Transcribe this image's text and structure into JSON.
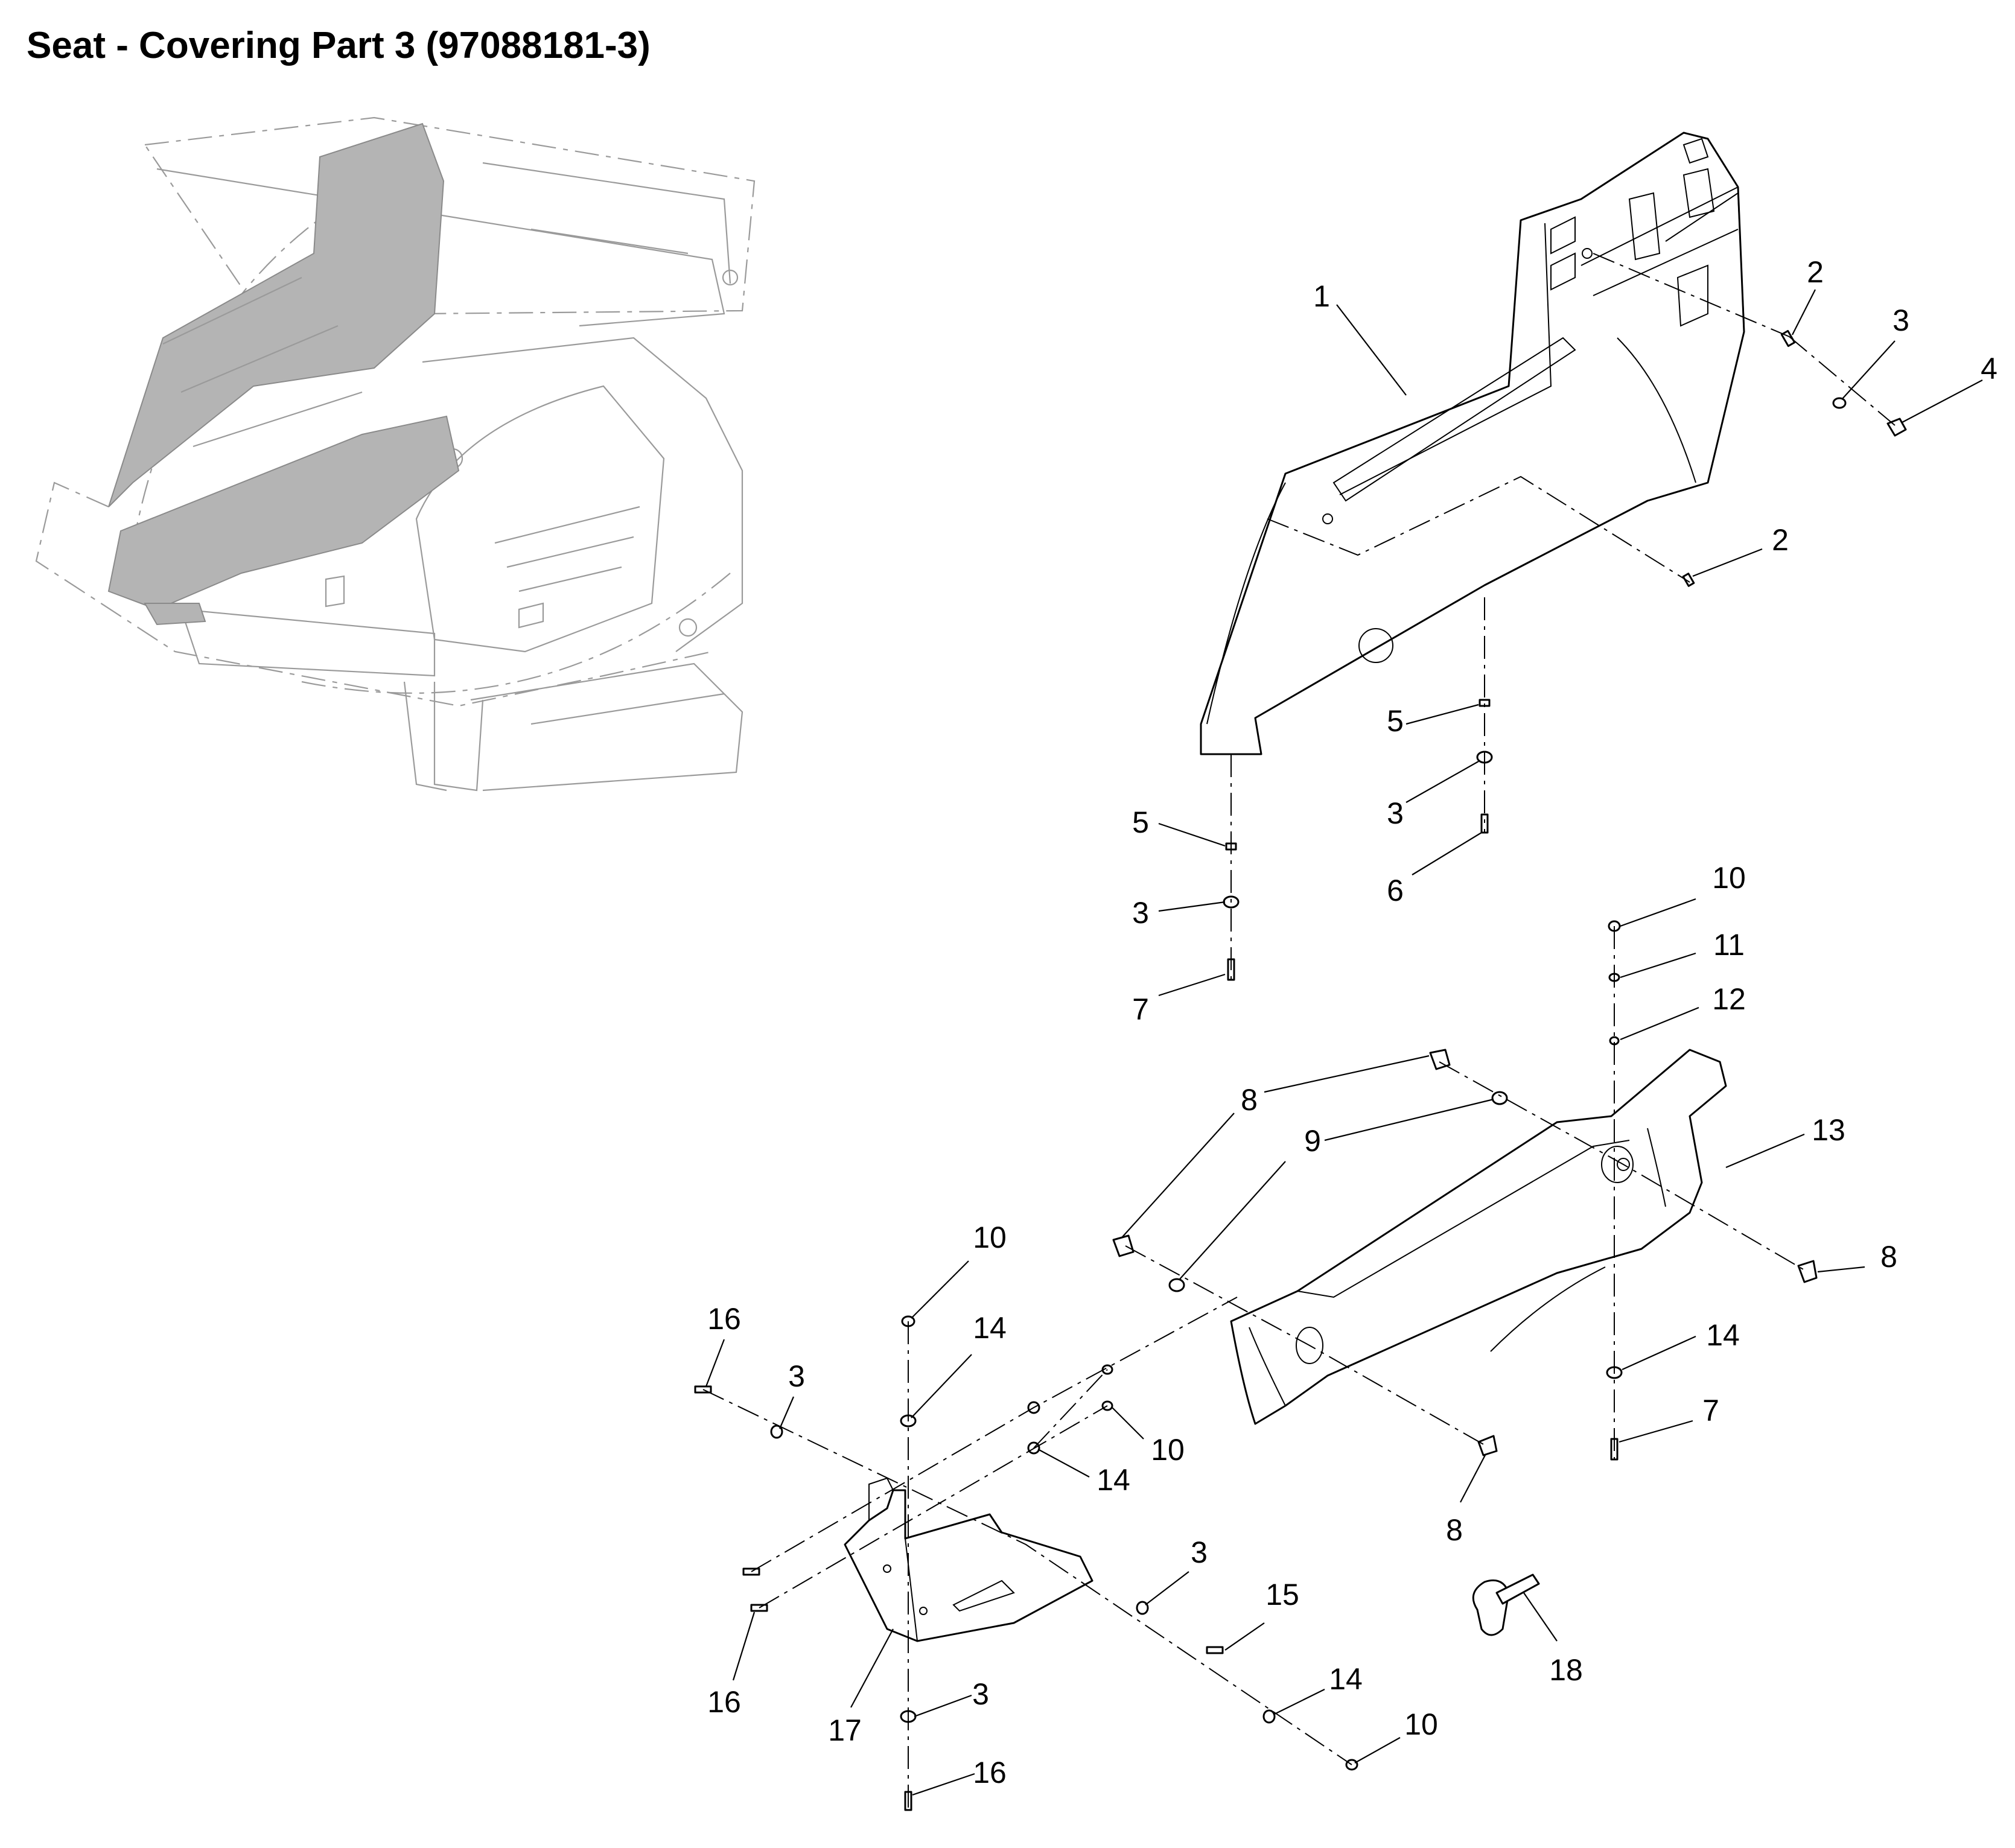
{
  "title": "Seat - Covering Part 3 (97088181-3)",
  "callouts": [
    {
      "id": "c1",
      "text": "1"
    },
    {
      "id": "c2a",
      "text": "2"
    },
    {
      "id": "c3a",
      "text": "3"
    },
    {
      "id": "c4",
      "text": "4"
    },
    {
      "id": "c2b",
      "text": "2"
    },
    {
      "id": "c5a",
      "text": "5"
    },
    {
      "id": "c3b",
      "text": "3"
    },
    {
      "id": "c6",
      "text": "6"
    },
    {
      "id": "c5b",
      "text": "5"
    },
    {
      "id": "c3c",
      "text": "3"
    },
    {
      "id": "c7a",
      "text": "7"
    },
    {
      "id": "c10a",
      "text": "10"
    },
    {
      "id": "c11",
      "text": "11"
    },
    {
      "id": "c12",
      "text": "12"
    },
    {
      "id": "c8a",
      "text": "8"
    },
    {
      "id": "c9",
      "text": "9"
    },
    {
      "id": "c13",
      "text": "13"
    },
    {
      "id": "c8b",
      "text": "8"
    },
    {
      "id": "c14a",
      "text": "14"
    },
    {
      "id": "c7b",
      "text": "7"
    },
    {
      "id": "c8c",
      "text": "8"
    },
    {
      "id": "c10b",
      "text": "10"
    },
    {
      "id": "c14b",
      "text": "14"
    },
    {
      "id": "c16a",
      "text": "16"
    },
    {
      "id": "c3d",
      "text": "3"
    },
    {
      "id": "c10c",
      "text": "10"
    },
    {
      "id": "c14c",
      "text": "14"
    },
    {
      "id": "c3e",
      "text": "3"
    },
    {
      "id": "c15",
      "text": "15"
    },
    {
      "id": "c14d",
      "text": "14"
    },
    {
      "id": "c10d",
      "text": "10"
    },
    {
      "id": "c16b",
      "text": "16"
    },
    {
      "id": "c17",
      "text": "17"
    },
    {
      "id": "c3f",
      "text": "3"
    },
    {
      "id": "c16c",
      "text": "16"
    },
    {
      "id": "c18",
      "text": "18"
    }
  ]
}
